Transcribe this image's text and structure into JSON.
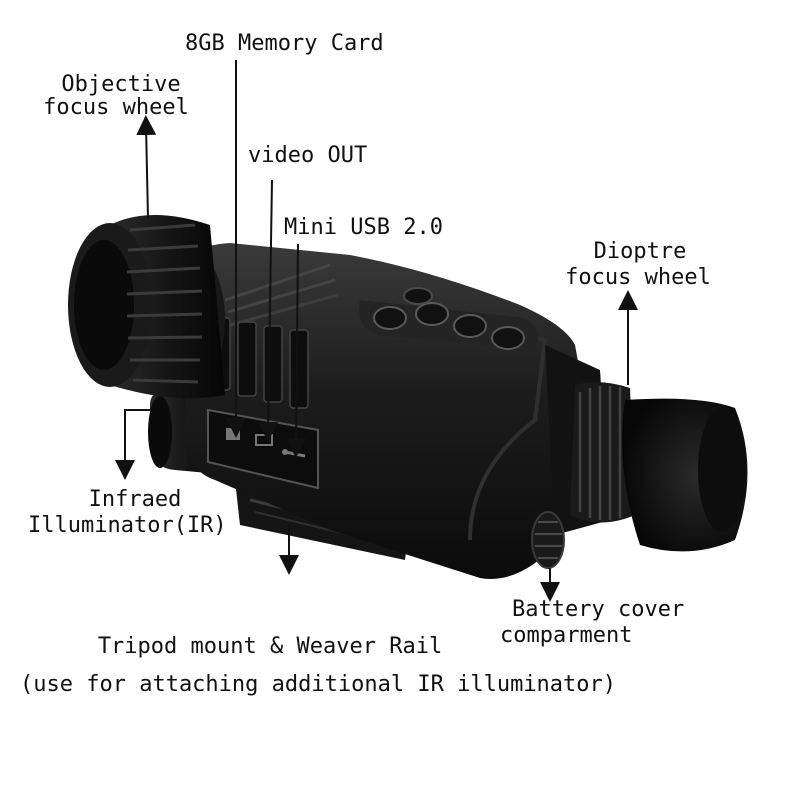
{
  "labels": {
    "memory_card": "8GB Memory Card",
    "objective_line1": "Objective",
    "objective_line2": "focus wheel",
    "video_out": "video OUT",
    "mini_usb": "Mini USB 2.0",
    "dioptre_line1": "Dioptre",
    "dioptre_line2": "focus wheel",
    "infrared_line1": "Infraed",
    "infrared_line2": "Illuminator(IR)",
    "battery_line1": "Battery cover",
    "battery_line2": "comparment",
    "tripod_line1": "Tripod mount & Weaver Rail",
    "tripod_line2": "(use for attaching additional IR illuminator)"
  },
  "icons": {
    "device": "night-vision-monocular",
    "buttons": 4,
    "ports": [
      "sd-card-port-icon",
      "video-out-port-icon",
      "usb-port-icon"
    ]
  },
  "colors": {
    "background": "#ffffff",
    "text": "#111111",
    "device_body": "#1c1c1c",
    "device_highlight": "#3a3a3a"
  }
}
